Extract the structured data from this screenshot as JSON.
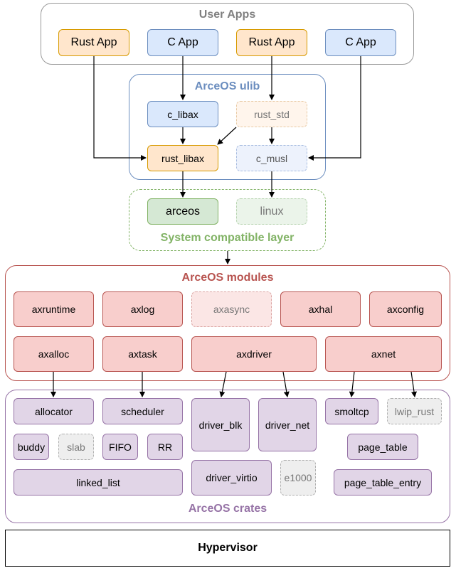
{
  "user_apps": {
    "title": "User Apps",
    "nodes": [
      "Rust App",
      "C App",
      "Rust App",
      "C App"
    ]
  },
  "ulib": {
    "title": "ArceOS ulib",
    "c_libax": "c_libax",
    "rust_std": "rust_std",
    "rust_libax": "rust_libax",
    "c_musl": "c_musl"
  },
  "compat": {
    "title": "System compatible layer",
    "arceos": "arceos",
    "linux": "linux"
  },
  "modules": {
    "title": "ArceOS modules",
    "row1": [
      "axruntime",
      "axlog",
      "axasync",
      "axhal",
      "axconfig"
    ],
    "row2": [
      "axalloc",
      "axtask",
      "axdriver",
      "axnet"
    ]
  },
  "crates": {
    "title": "ArceOS crates",
    "allocator": "allocator",
    "scheduler": "scheduler",
    "buddy": "buddy",
    "slab": "slab",
    "fifo": "FIFO",
    "rr": "RR",
    "linked_list": "linked_list",
    "driver_blk": "driver_blk",
    "driver_net": "driver_net",
    "driver_virtio": "driver_virtio",
    "e1000": "e1000",
    "smoltcp": "smoltcp",
    "lwip_rust": "lwip_rust",
    "page_table": "page_table",
    "page_table_entry": "page_table_entry"
  },
  "hypervisor": {
    "label": "Hypervisor"
  },
  "colors": {
    "user_apps_border": "#999999",
    "user_apps_title": "#808080",
    "ulib_border": "#6c8ebf",
    "ulib_title": "#6c8ebf",
    "compat_border": "#82b366",
    "compat_title": "#82b366",
    "modules_border": "#b85450",
    "modules_title": "#b85450",
    "crates_border": "#9673a6",
    "crates_title": "#9673a6"
  }
}
